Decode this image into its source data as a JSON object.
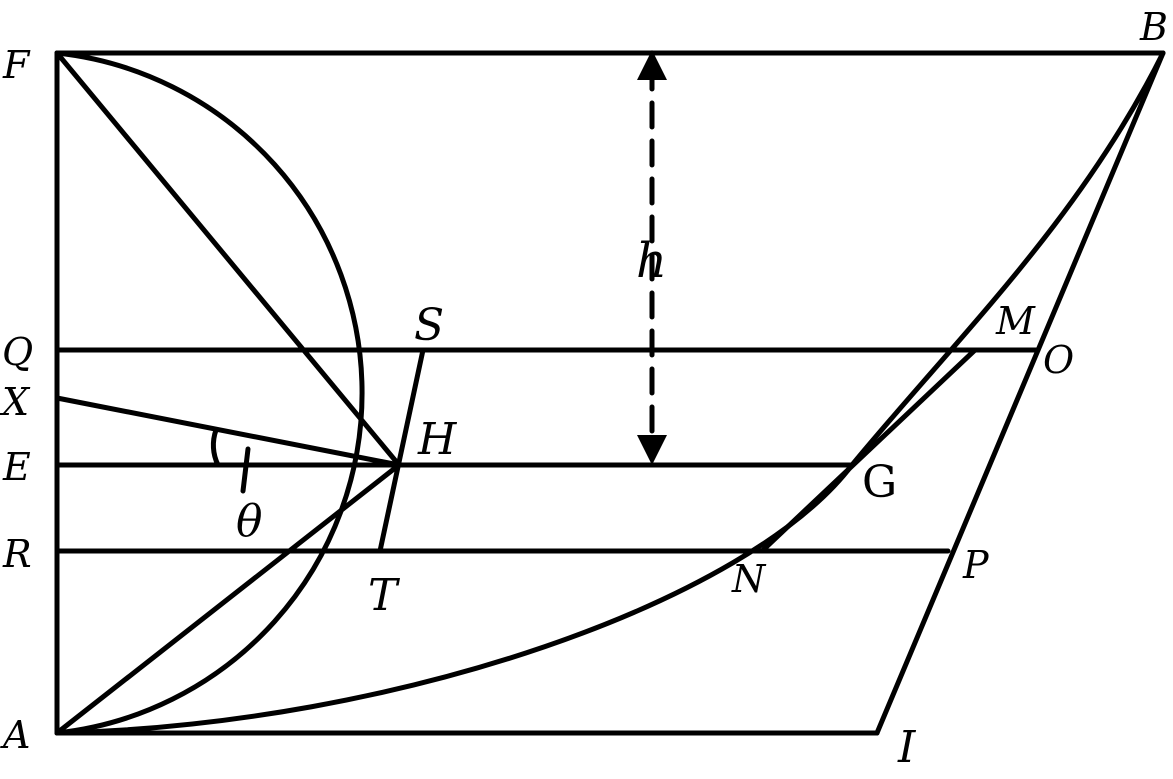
{
  "points": {
    "F": "F",
    "B": "B",
    "Q": "Q",
    "X": "X",
    "E": "E",
    "R": "R",
    "A": "A",
    "S": "S",
    "H": "H",
    "T": "T",
    "G": "G",
    "M": "M",
    "O": "O",
    "N": "N",
    "P": "P",
    "I": "I"
  },
  "height_label": "h",
  "angle_label": "θ"
}
